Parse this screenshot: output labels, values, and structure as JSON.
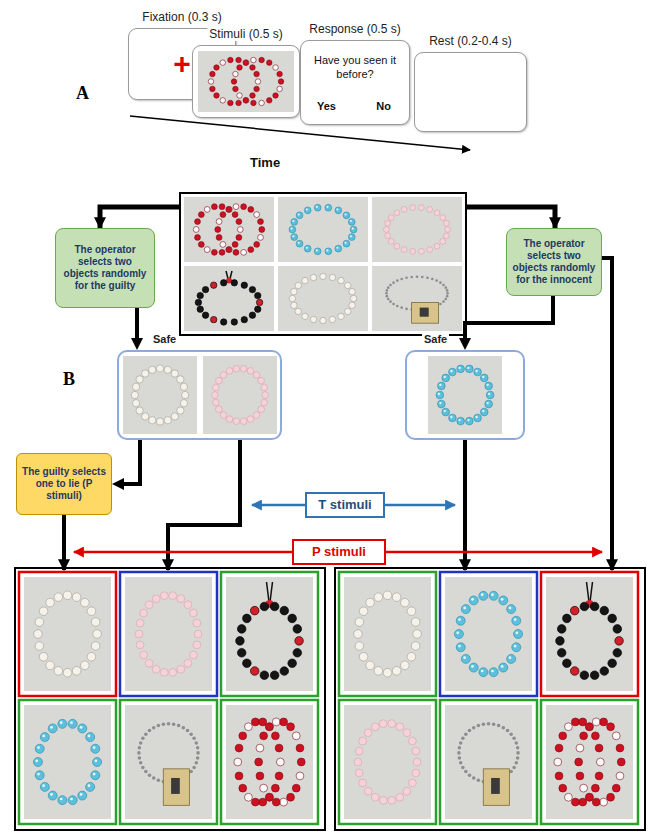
{
  "diagram": {
    "nodes": [
      {
        "text": [
          "Fixation (0.3 s)",
          "+"
        ]
      },
      {
        "text": [
          "Stimuli (0.5 s)"
        ]
      },
      {
        "text": [
          "Response (0.5 s)",
          "Have you seen it before?",
          "Yes",
          "No"
        ]
      },
      {
        "text": [
          "Rest (0.2-0.4 s)"
        ]
      },
      {
        "text": [
          "The operator selects two objects randomly for the guilty"
        ]
      },
      {
        "text": [
          "The operator selects two objects randomly for the innocent"
        ]
      },
      {
        "text": [
          "Safe"
        ]
      },
      {
        "text": [
          "Safe"
        ]
      },
      {
        "text": [
          "The guilty selects one to lie (P stimuli)"
        ]
      },
      {
        "text": [
          "T stimuli"
        ]
      },
      {
        "text": [
          "P stimuli"
        ]
      }
    ],
    "edges": [
      {
        "from": 4,
        "to": 6,
        "arrow": "to"
      },
      {
        "from": 5,
        "to": 7,
        "arrow": "to"
      },
      {
        "from": 6,
        "to": 8,
        "arrow": "to"
      }
    ],
    "labels": [
      "A",
      "Time",
      "B"
    ]
  }
}
